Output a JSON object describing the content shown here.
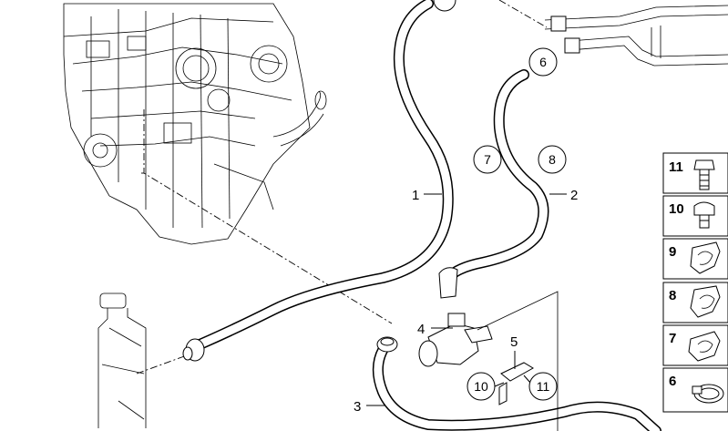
{
  "callouts": {
    "hose_1": "1",
    "hose_2": "2",
    "hose_3": "3",
    "pump_4": "4",
    "bracket_5": "5",
    "ring_6": "6",
    "ring_7": "7",
    "ring_8": "8",
    "ring_10": "10",
    "ring_11": "11"
  },
  "side_panel": [
    {
      "num": "11",
      "icon": "bolt-icon"
    },
    {
      "num": "10",
      "icon": "bolt-short-icon"
    },
    {
      "num": "9",
      "icon": "hose-clip-icon"
    },
    {
      "num": "8",
      "icon": "hose-clip-icon"
    },
    {
      "num": "7",
      "icon": "hose-clip-icon"
    },
    {
      "num": "6",
      "icon": "hose-clamp-icon"
    }
  ]
}
